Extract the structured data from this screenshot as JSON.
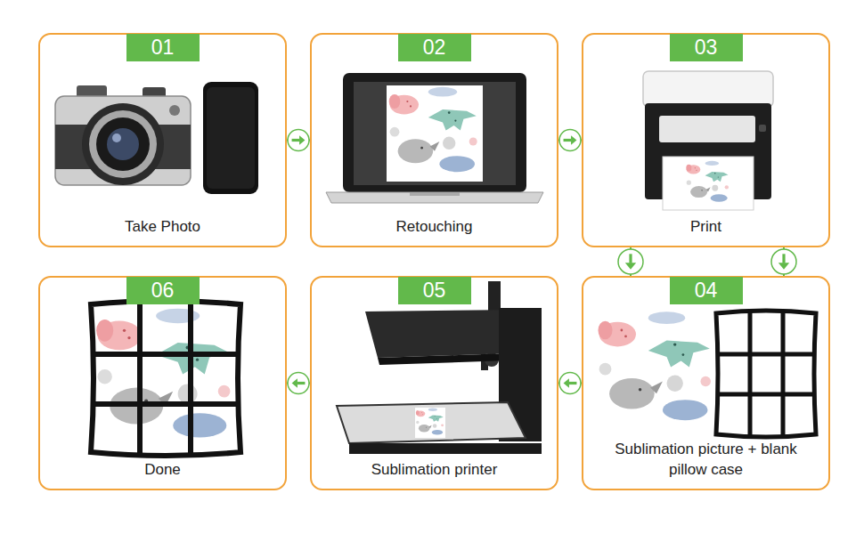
{
  "diagram": {
    "nodes": [
      {
        "text": [
          "01",
          "Take Photo"
        ]
      },
      {
        "text": [
          "02",
          "Retouching"
        ]
      },
      {
        "text": [
          "03",
          "Print"
        ]
      },
      {
        "text": [
          "04",
          "Sublimation picture + blank pillow case"
        ]
      },
      {
        "text": [
          "05",
          "Sublimation printer"
        ]
      },
      {
        "text": [
          "06",
          "Done"
        ]
      }
    ],
    "edges": [
      {
        "from": 0,
        "to": 1,
        "arrow": "to"
      },
      {
        "from": 1,
        "to": 2,
        "arrow": "to"
      },
      {
        "from": 2,
        "to": 3,
        "arrow": "to"
      },
      {
        "from": 2,
        "to": 3,
        "arrow": "to"
      },
      {
        "from": 3,
        "to": 4,
        "arrow": "to"
      },
      {
        "from": 4,
        "to": 5,
        "arrow": "to"
      }
    ]
  }
}
